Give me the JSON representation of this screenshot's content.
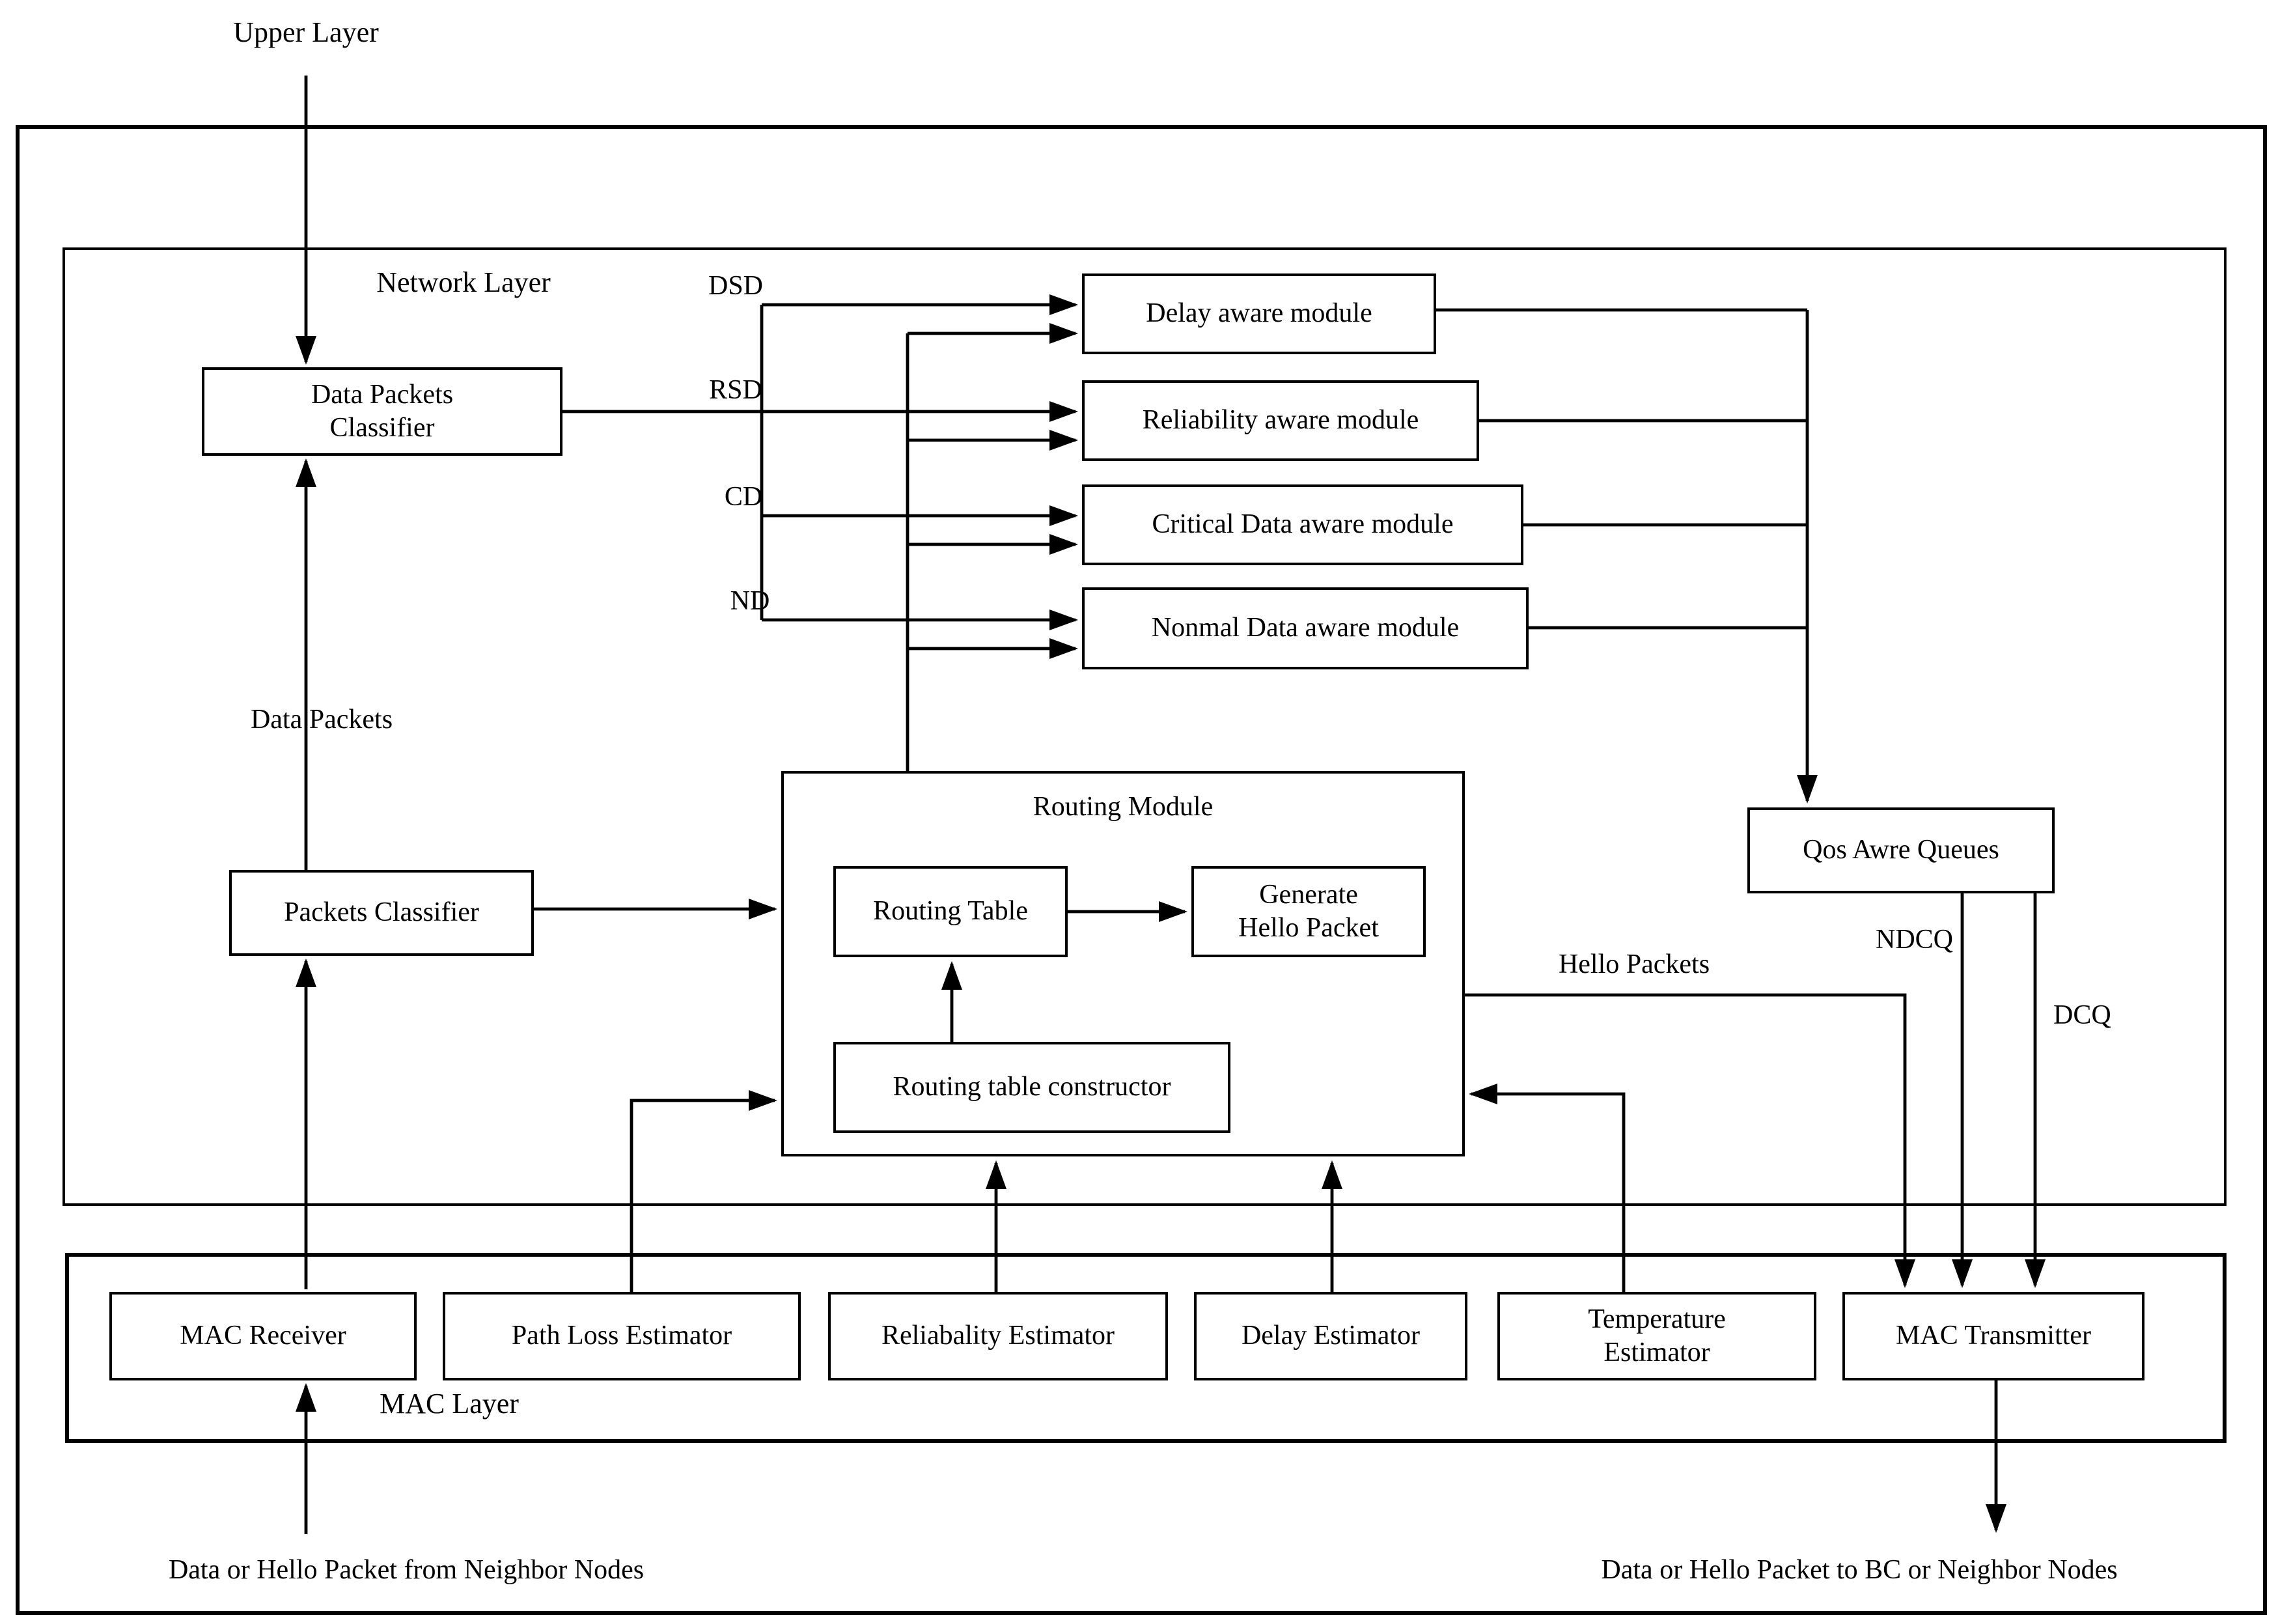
{
  "colors": {
    "line": "#000000",
    "background": "#ffffff"
  },
  "external": {
    "upper_layer": "Upper Layer",
    "input_bottom": "Data or Hello Packet from Neighbor Nodes",
    "output_bottom": "Data or Hello Packet to BC or Neighbor Nodes"
  },
  "layers": {
    "network": "Network Layer",
    "mac": "MAC Layer"
  },
  "network_layer": {
    "data_packets_classifier": "Data Packets Classifier",
    "packets_classifier": "Packets Classifier",
    "modules": {
      "delay": "Delay aware module",
      "reliability": "Reliability aware module",
      "critical": "Critical Data aware module",
      "normal": "Nonmal Data aware module"
    },
    "routing": {
      "title": "Routing Module",
      "routing_table": "Routing Table",
      "generate_hello": "Generate Hello Packet",
      "constructor": "Routing table constructor"
    },
    "qos_queues": "Qos Awre Queues"
  },
  "mac_layer": {
    "receiver": "MAC Receiver",
    "path_loss": "Path Loss Estimator",
    "reliability": "Reliabality Estimator",
    "delay": "Delay Estimator",
    "temperature": "Temperature Estimator",
    "transmitter": "MAC Transmitter"
  },
  "edge_labels": {
    "dsd": "DSD",
    "rsd": "RSD",
    "cd": "CD",
    "nd": "ND",
    "data_packets": "Data Packets",
    "hello_packets": "Hello Packets",
    "ndcq": "NDCQ",
    "dcq": "DCQ"
  }
}
